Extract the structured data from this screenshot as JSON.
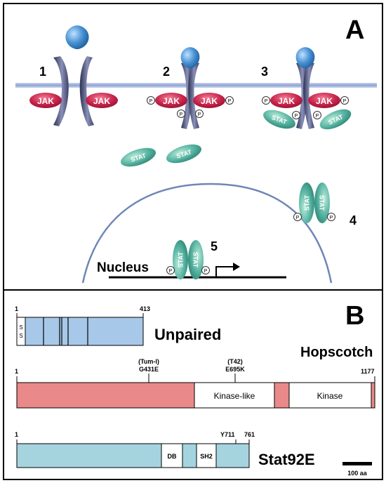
{
  "panel_a": {
    "letter": "A",
    "steps": [
      "1",
      "2",
      "3",
      "4",
      "5"
    ],
    "jak_label": "JAK",
    "stat_label": "STAT",
    "phospho_label": "P",
    "nucleus_label": "Nucleus"
  },
  "panel_b": {
    "letter": "B",
    "unpaired": {
      "name": "Unpaired",
      "start": "1",
      "end": "413",
      "ss_label": "S\nS"
    },
    "hopscotch": {
      "name": "Hopscotch",
      "start": "1",
      "end": "1177",
      "mut1_name": "(Tum-l)",
      "mut1_pos": "G431E",
      "mut2_name": "(T42)",
      "mut2_pos": "E695K",
      "kinase_like_label": "Kinase-like",
      "kinase_label": "Kinase"
    },
    "stat92e": {
      "name": "Stat92E",
      "start": "1",
      "end": "761",
      "site_label": "Y711",
      "db_label": "DB",
      "sh2_label": "SH2"
    },
    "scale_label": "100 aa"
  },
  "colors": {
    "membrane": "#8fa3d4",
    "receptor": "#5a5f86",
    "ligand": "#3f86c8",
    "jak": "#c8234a",
    "stat": "#4fae9c",
    "nucleus_line": "#6f86b6",
    "unpaired_fill": "#a7c8e8",
    "hopscotch_fill": "#e98989",
    "stat92e_fill": "#a5d4df"
  }
}
